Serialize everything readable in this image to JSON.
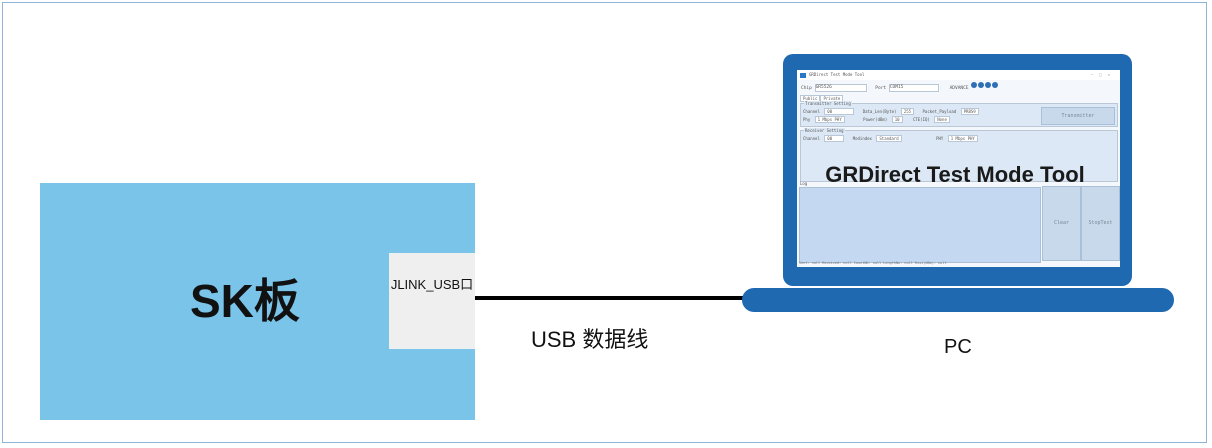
{
  "board": {
    "label": "SK板",
    "port_label": "JLINK_USB口"
  },
  "cable": {
    "label": "USB 数据线"
  },
  "pc": {
    "label": "PC"
  },
  "app": {
    "title": "GRDirect Test Mode Tool",
    "window_title": "GRDirect Test Mode Tool",
    "chip_label": "Chip",
    "chip_value": "GR5526",
    "port_label": "Port",
    "port_value": "COM15",
    "advance_label": "ADVANCE",
    "tabs": [
      "Public",
      "Private"
    ],
    "transmitter": {
      "legend": "Transmitter Setting",
      "channel_label": "Channel",
      "channel_value": "00",
      "phy_label": "Phy",
      "phy_value": "1 Mbps PHY",
      "data_len_label": "Data_Len(Byte)",
      "data_len_value": "255",
      "power_label": "Power(dBm)",
      "power_value": "10",
      "payload_label": "Packet_Payload",
      "payload_value": "PRBS9",
      "cte_label": "CTE(IQ)",
      "cte_value": "None",
      "button": "Transmitter"
    },
    "receiver": {
      "legend": "Receiver Setting",
      "channel_label": "Channel",
      "channel_value": "00",
      "modindex_label": "Modindex",
      "modindex_value": "Standard",
      "phy_label": "PHY",
      "phy_value": "1 Mbps PHY"
    },
    "log_label": "Log",
    "clear_button": "Clear",
    "stop_button": "StopTest",
    "status": "Sent: null  Received: null  CountNO: null  LengthNo: null  Rssi(dBm): null"
  },
  "colors": {
    "board": "#7ac4ea",
    "laptop": "#1f69b1",
    "port": "#efefef",
    "cable": "#000000"
  }
}
